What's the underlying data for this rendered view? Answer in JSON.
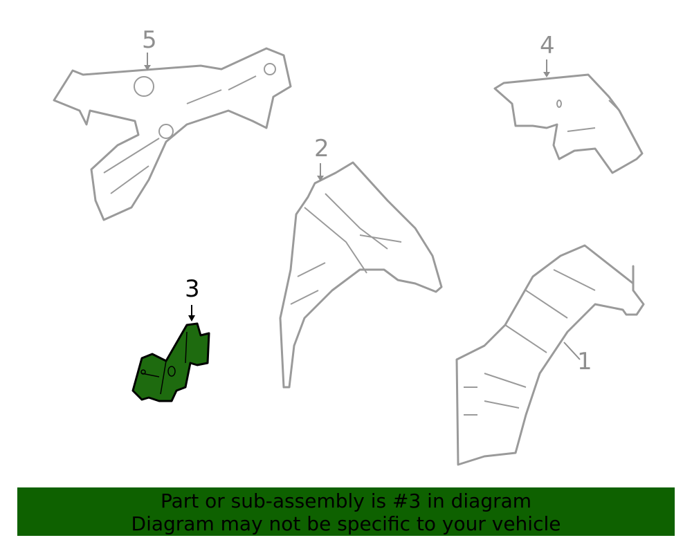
{
  "callouts": [
    "1",
    "2",
    "3",
    "4",
    "5"
  ],
  "highlight_color": "#1e6b0f",
  "banner": {
    "line1": "Part or sub-assembly is #3 in diagram",
    "line2": "Diagram may not be specific to your vehicle",
    "color": "#0e6100"
  }
}
